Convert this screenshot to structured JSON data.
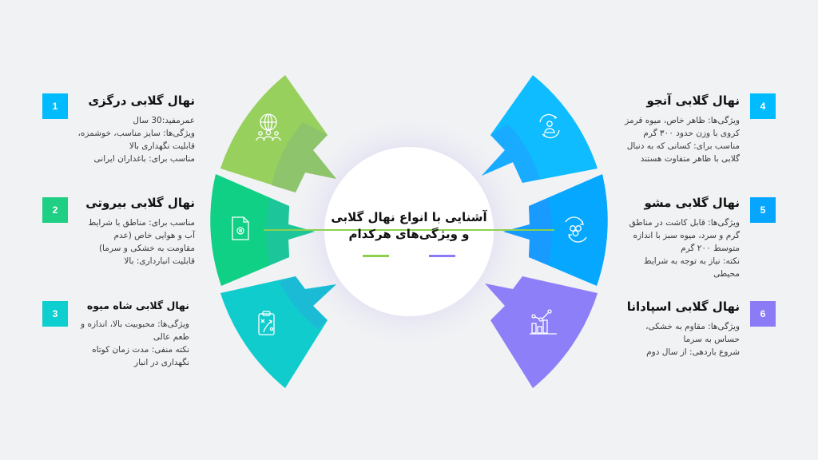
{
  "center": {
    "title_line1": "آشنایی با انواع نهال گلابی",
    "title_line2": "و ویژگی‌های هرکدام",
    "accent_bars": [
      "#8bd14f",
      "#8a7cf5"
    ]
  },
  "items": [
    {
      "number": "1",
      "color": "#00bcff",
      "sector_color": "#97d05d",
      "icon": "globe-people-icon",
      "title": "نهال گلابی درگزی",
      "lines": [
        "عمرمفید:30 سال",
        "ویژگی‌ها: سایز مناسب، خوشمزه،",
        "قابلیت نگهداری بالا",
        "مناسب برای: باغداران ایرانی"
      ]
    },
    {
      "number": "2",
      "color": "#1fcf83",
      "sector_color": "#0fd084",
      "icon": "file-gear-icon",
      "title": "نهال گلابی بیروتی",
      "lines": [
        "مناسب برای: مناطق با شرایط",
        "آب و هوایی خاص (عدم",
        "مقاومت به خشکی و سرما)",
        "قابلیت انبارداری: بالا"
      ]
    },
    {
      "number": "3",
      "color": "#0dcfcf",
      "sector_color": "#10cccc",
      "icon": "clipboard-strategy-icon",
      "title": "نهال گلابی شاه میوه",
      "lines": [
        "ویژگی‌ها: محبوبیت بالا، اندازه و",
        "طعم عالی",
        "نکته منفی: مدت زمان کوتاه",
        "نگهداری در انبار"
      ]
    },
    {
      "number": "4",
      "color": "#00bcff",
      "sector_color": "#0ebcff",
      "icon": "user-sync-icon",
      "title": "نهال گلابی آنجو",
      "lines": [
        "ویژگی‌ها: ظاهر خاص، میوه قرمز",
        "کروی با وزن حدود ۳۰۰ گرم",
        "مناسب برای: کسانی که به دنبال",
        "گلابی با ظاهر متفاوت هستند"
      ]
    },
    {
      "number": "5",
      "color": "#06a6ff",
      "sector_color": "#06a8ff",
      "icon": "hexagon-cycle-icon",
      "title": "نهال گلابی مشو",
      "lines": [
        "ویژگی‌ها: قابل کاشت در مناطق",
        "گرم و سرد، میوه سبز با اندازه",
        "متوسط ۲۰۰ گرم",
        "نکته: نیاز به توجه به شرایط",
        "محیطی"
      ]
    },
    {
      "number": "6",
      "color": "#8b7cf6",
      "sector_color": "#8d7ff8",
      "icon": "bar-chart-trend-icon",
      "title": "نهال گلابی اسپادانا",
      "lines": [
        "ویژگی‌ها: مقاوم به خشکی،",
        "حساس به سرما",
        "شروع باردهی: از سال دوم"
      ]
    }
  ]
}
